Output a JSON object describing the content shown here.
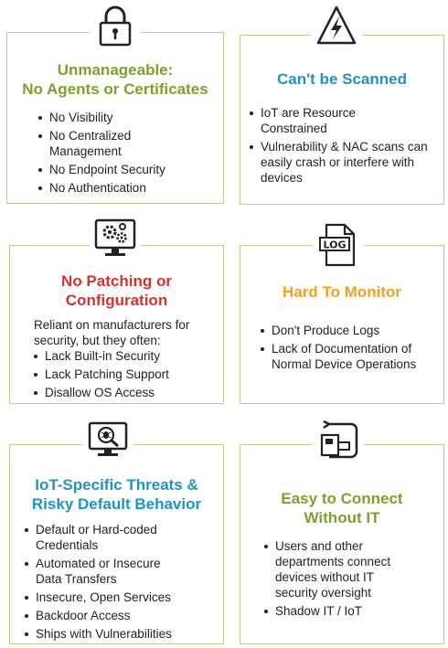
{
  "colors": {
    "green": "#7aa32b",
    "blue": "#1f93c6",
    "red": "#d9322c",
    "orange": "#f0a21f",
    "border": "#b9cf8a",
    "text": "#222222"
  },
  "cards": [
    {
      "icon": "lock-icon",
      "title": [
        "Unmanageable:",
        "No Agents or Certificates"
      ],
      "bullets": [
        "No Visibility",
        "No Centralized Management",
        "No Endpoint Security",
        "No Authentication"
      ]
    },
    {
      "icon": "lightning-warning-icon",
      "title": [
        "Can't be Scanned"
      ],
      "bullets": [
        "IoT are Resource Constrained",
        "Vulnerability & NAC scans can easily crash or interfere with devices"
      ]
    },
    {
      "icon": "monitor-gears-icon",
      "title": [
        "No Patching or",
        "Configuration"
      ],
      "intro": "Reliant on manufacturers for security, but they often:",
      "bullets": [
        "Lack Built-in Security",
        "Lack Patching Support",
        "Disallow OS Access"
      ]
    },
    {
      "icon": "log-file-icon",
      "icon_text": "LOG",
      "title": [
        "Hard To Monitor"
      ],
      "bullets": [
        "Don't Produce Logs",
        "Lack of Documentation of Normal Device Operations"
      ]
    },
    {
      "icon": "monitor-bug-icon",
      "title": [
        "IoT-Specific Threats &",
        "Risky  Default Behavior"
      ],
      "bullets": [
        "Default or Hard-coded Credentials",
        "Automated or Insecure Data Transfers",
        "Insecure, Open Services",
        "Backdoor Access",
        "Ships with Vulnerabilities"
      ]
    },
    {
      "icon": "device-connect-icon",
      "title": [
        "Easy to Connect",
        "Without IT"
      ],
      "bullets": [
        "Users and other departments connect devices without IT security oversight",
        "Shadow IT / IoT"
      ]
    }
  ]
}
